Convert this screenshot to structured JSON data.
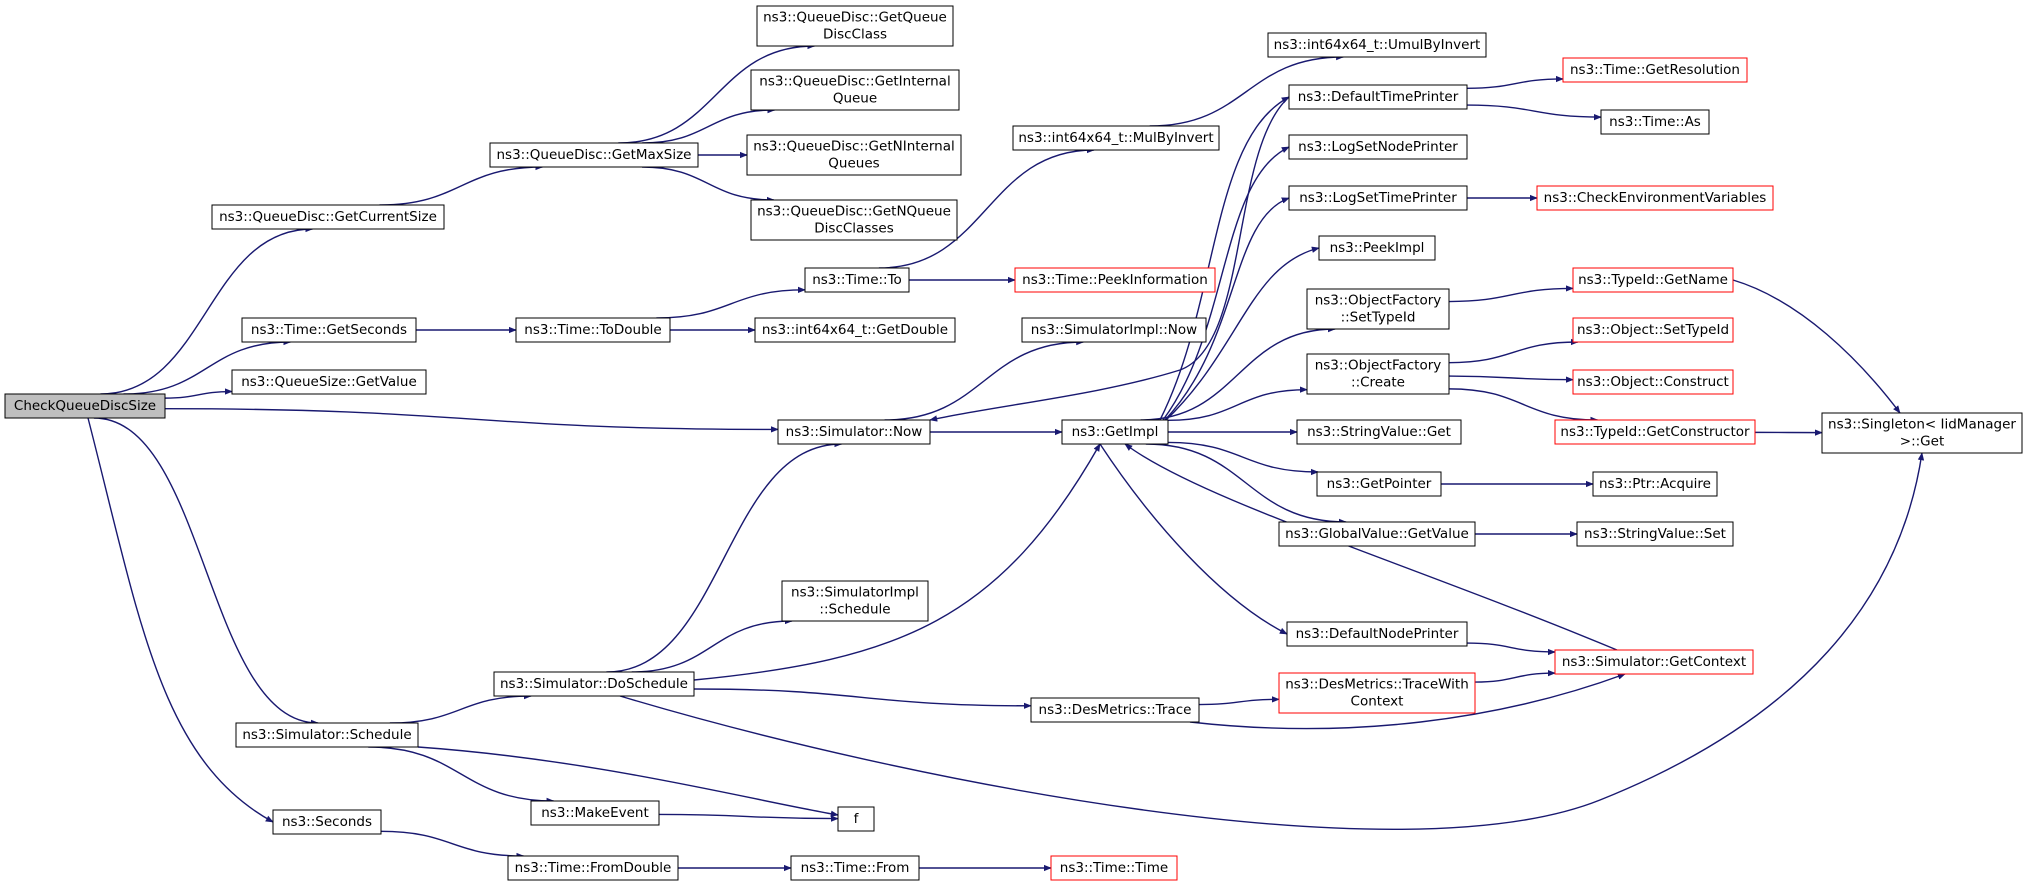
{
  "colors": {
    "edge": "#191970",
    "root_fill": "#bfbfbf",
    "linked_stroke": "#ff0000"
  },
  "nodes": [
    {
      "id": "root",
      "lines": [
        "CheckQueueDiscSize"
      ],
      "style": "root"
    },
    {
      "id": "getCurrentSize",
      "lines": [
        "ns3::QueueDisc::GetCurrentSize"
      ]
    },
    {
      "id": "getMaxSize",
      "lines": [
        "ns3::QueueDisc::GetMaxSize"
      ]
    },
    {
      "id": "getQueueDiscClass",
      "lines": [
        "ns3::QueueDisc::GetQueue",
        "DiscClass"
      ]
    },
    {
      "id": "getInternalQueue",
      "lines": [
        "ns3::QueueDisc::GetInternal",
        "Queue"
      ]
    },
    {
      "id": "getNInternalQueues",
      "lines": [
        "ns3::QueueDisc::GetNInternal",
        "Queues"
      ]
    },
    {
      "id": "getNQueueDiscClasses",
      "lines": [
        "ns3::QueueDisc::GetNQueue",
        "DiscClasses"
      ]
    },
    {
      "id": "getSeconds",
      "lines": [
        "ns3::Time::GetSeconds"
      ]
    },
    {
      "id": "toDouble",
      "lines": [
        "ns3::Time::ToDouble"
      ]
    },
    {
      "id": "timeTo",
      "lines": [
        "ns3::Time::To"
      ]
    },
    {
      "id": "peekInformation",
      "lines": [
        "ns3::Time::PeekInformation"
      ],
      "style": "red"
    },
    {
      "id": "getDouble",
      "lines": [
        "ns3::int64x64_t::GetDouble"
      ]
    },
    {
      "id": "mulByInvert",
      "lines": [
        "ns3::int64x64_t::MulByInvert"
      ]
    },
    {
      "id": "umulByInvert",
      "lines": [
        "ns3::int64x64_t::UmulByInvert"
      ]
    },
    {
      "id": "queueSizeGetValue",
      "lines": [
        "ns3::QueueSize::GetValue"
      ]
    },
    {
      "id": "simulatorNow",
      "lines": [
        "ns3::Simulator::Now"
      ]
    },
    {
      "id": "simImplNow",
      "lines": [
        "ns3::SimulatorImpl::Now"
      ]
    },
    {
      "id": "getImpl",
      "lines": [
        "ns3::GetImpl"
      ]
    },
    {
      "id": "defaultTimePrinter",
      "lines": [
        "ns3::DefaultTimePrinter"
      ]
    },
    {
      "id": "getResolution",
      "lines": [
        "ns3::Time::GetResolution"
      ],
      "style": "red"
    },
    {
      "id": "timeAs",
      "lines": [
        "ns3::Time::As"
      ]
    },
    {
      "id": "logSetNodePrinter",
      "lines": [
        "ns3::LogSetNodePrinter"
      ]
    },
    {
      "id": "logSetTimePrinter",
      "lines": [
        "ns3::LogSetTimePrinter"
      ]
    },
    {
      "id": "checkEnvVars",
      "lines": [
        "ns3::CheckEnvironmentVariables"
      ],
      "style": "red"
    },
    {
      "id": "peekImpl",
      "lines": [
        "ns3::PeekImpl"
      ]
    },
    {
      "id": "ofSetTypeId",
      "lines": [
        "ns3::ObjectFactory",
        "::SetTypeId"
      ]
    },
    {
      "id": "typeIdGetName",
      "lines": [
        "ns3::TypeId::GetName"
      ],
      "style": "red"
    },
    {
      "id": "ofCreate",
      "lines": [
        "ns3::ObjectFactory",
        "::Create"
      ]
    },
    {
      "id": "objSetTypeId",
      "lines": [
        "ns3::Object::SetTypeId"
      ],
      "style": "red"
    },
    {
      "id": "objConstruct",
      "lines": [
        "ns3::Object::Construct"
      ],
      "style": "red"
    },
    {
      "id": "getConstructor",
      "lines": [
        "ns3::TypeId::GetConstructor"
      ],
      "style": "red"
    },
    {
      "id": "singletonGet",
      "lines": [
        "ns3::Singleton< IidManager",
        ">::Get"
      ]
    },
    {
      "id": "stringValueGet",
      "lines": [
        "ns3::StringValue::Get"
      ]
    },
    {
      "id": "getPointer",
      "lines": [
        "ns3::GetPointer"
      ]
    },
    {
      "id": "ptrAcquire",
      "lines": [
        "ns3::Ptr::Acquire"
      ]
    },
    {
      "id": "globalValueGetValue",
      "lines": [
        "ns3::GlobalValue::GetValue"
      ]
    },
    {
      "id": "stringValueSet",
      "lines": [
        "ns3::StringValue::Set"
      ]
    },
    {
      "id": "defaultNodePrinter",
      "lines": [
        "ns3::DefaultNodePrinter"
      ]
    },
    {
      "id": "simGetContext",
      "lines": [
        "ns3::Simulator::GetContext"
      ],
      "style": "red"
    },
    {
      "id": "simImplSchedule",
      "lines": [
        "ns3::SimulatorImpl",
        "::Schedule"
      ]
    },
    {
      "id": "doSchedule",
      "lines": [
        "ns3::Simulator::DoSchedule"
      ]
    },
    {
      "id": "desTrace",
      "lines": [
        "ns3::DesMetrics::Trace"
      ]
    },
    {
      "id": "traceWithContext",
      "lines": [
        "ns3::DesMetrics::TraceWith",
        "Context"
      ],
      "style": "red"
    },
    {
      "id": "simSchedule",
      "lines": [
        "ns3::Simulator::Schedule"
      ]
    },
    {
      "id": "makeEvent",
      "lines": [
        "ns3::MakeEvent"
      ]
    },
    {
      "id": "f",
      "lines": [
        "f"
      ]
    },
    {
      "id": "seconds",
      "lines": [
        "ns3::Seconds"
      ]
    },
    {
      "id": "fromDouble",
      "lines": [
        "ns3::Time::FromDouble"
      ]
    },
    {
      "id": "timeFrom",
      "lines": [
        "ns3::Time::From"
      ]
    },
    {
      "id": "timeTime",
      "lines": [
        "ns3::Time::Time"
      ],
      "style": "red"
    }
  ],
  "edges": [
    {
      "from": "root",
      "to": "getCurrentSize"
    },
    {
      "from": "getCurrentSize",
      "to": "getMaxSize"
    },
    {
      "from": "getMaxSize",
      "to": "getQueueDiscClass"
    },
    {
      "from": "getMaxSize",
      "to": "getInternalQueue"
    },
    {
      "from": "getMaxSize",
      "to": "getNInternalQueues"
    },
    {
      "from": "getMaxSize",
      "to": "getNQueueDiscClasses"
    },
    {
      "from": "root",
      "to": "getSeconds"
    },
    {
      "from": "getSeconds",
      "to": "toDouble"
    },
    {
      "from": "toDouble",
      "to": "timeTo"
    },
    {
      "from": "toDouble",
      "to": "getDouble"
    },
    {
      "from": "timeTo",
      "to": "peekInformation"
    },
    {
      "from": "timeTo",
      "to": "mulByInvert"
    },
    {
      "from": "mulByInvert",
      "to": "umulByInvert"
    },
    {
      "from": "root",
      "to": "queueSizeGetValue"
    },
    {
      "from": "root",
      "to": "simulatorNow"
    },
    {
      "from": "root",
      "to": "simSchedule"
    },
    {
      "from": "root",
      "to": "seconds"
    },
    {
      "from": "simulatorNow",
      "to": "simImplNow"
    },
    {
      "from": "simulatorNow",
      "to": "getImpl"
    },
    {
      "from": "getImpl",
      "to": "simulatorNow"
    },
    {
      "from": "getImpl",
      "to": "defaultTimePrinter"
    },
    {
      "from": "getImpl",
      "to": "logSetNodePrinter"
    },
    {
      "from": "getImpl",
      "to": "logSetTimePrinter"
    },
    {
      "from": "getImpl",
      "to": "peekImpl"
    },
    {
      "from": "getImpl",
      "to": "ofSetTypeId"
    },
    {
      "from": "getImpl",
      "to": "ofCreate"
    },
    {
      "from": "getImpl",
      "to": "stringValueGet"
    },
    {
      "from": "getImpl",
      "to": "getPointer"
    },
    {
      "from": "getImpl",
      "to": "globalValueGetValue"
    },
    {
      "from": "getImpl",
      "to": "defaultNodePrinter"
    },
    {
      "from": "defaultTimePrinter",
      "to": "getResolution"
    },
    {
      "from": "defaultTimePrinter",
      "to": "timeAs"
    },
    {
      "from": "logSetTimePrinter",
      "to": "checkEnvVars"
    },
    {
      "from": "ofSetTypeId",
      "to": "typeIdGetName"
    },
    {
      "from": "typeIdGetName",
      "to": "singletonGet"
    },
    {
      "from": "ofCreate",
      "to": "objSetTypeId"
    },
    {
      "from": "ofCreate",
      "to": "objConstruct"
    },
    {
      "from": "ofCreate",
      "to": "getConstructor"
    },
    {
      "from": "getConstructor",
      "to": "singletonGet"
    },
    {
      "from": "getPointer",
      "to": "ptrAcquire"
    },
    {
      "from": "globalValueGetValue",
      "to": "stringValueSet"
    },
    {
      "from": "defaultNodePrinter",
      "to": "simGetContext"
    },
    {
      "from": "simGetContext",
      "to": "getImpl"
    },
    {
      "from": "simSchedule",
      "to": "doSchedule"
    },
    {
      "from": "simSchedule",
      "to": "makeEvent"
    },
    {
      "from": "simSchedule",
      "to": "f"
    },
    {
      "from": "doSchedule",
      "to": "simulatorNow"
    },
    {
      "from": "doSchedule",
      "to": "simImplSchedule"
    },
    {
      "from": "doSchedule",
      "to": "getImpl"
    },
    {
      "from": "doSchedule",
      "to": "desTrace"
    },
    {
      "from": "doSchedule",
      "to": "singletonGet"
    },
    {
      "from": "desTrace",
      "to": "traceWithContext"
    },
    {
      "from": "desTrace",
      "to": "simGetContext"
    },
    {
      "from": "traceWithContext",
      "to": "simGetContext"
    },
    {
      "from": "makeEvent",
      "to": "f"
    },
    {
      "from": "seconds",
      "to": "fromDouble"
    },
    {
      "from": "fromDouble",
      "to": "timeFrom"
    },
    {
      "from": "timeFrom",
      "to": "timeTime"
    }
  ]
}
